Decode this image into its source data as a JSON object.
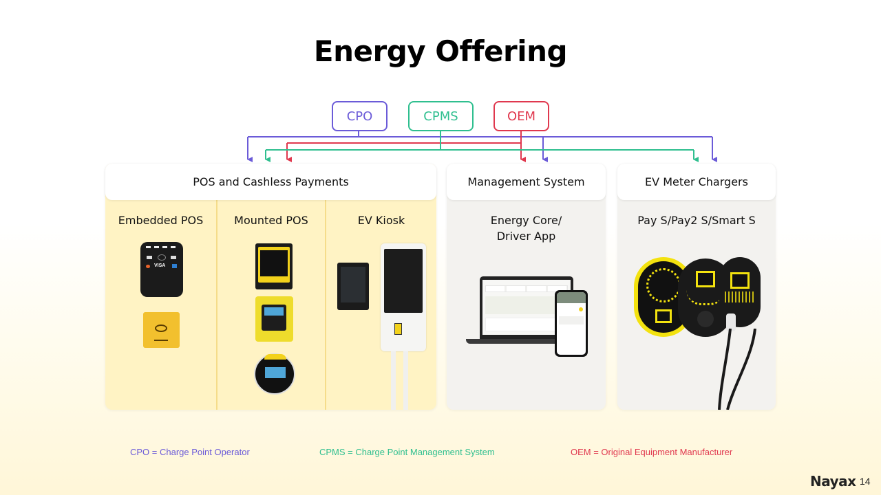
{
  "slide": {
    "title": "Energy Offering",
    "page_number": "14",
    "logo_text": "Nayax"
  },
  "roles": [
    {
      "id": "cpo",
      "label": "CPO",
      "color": "#6b5bd8"
    },
    {
      "id": "cpms",
      "label": "CPMS",
      "color": "#2fbf8f"
    },
    {
      "id": "oem",
      "label": "OEM",
      "color": "#e0384e"
    }
  ],
  "panels": {
    "pos": {
      "header": "POS and Cashless Payments",
      "columns": [
        {
          "title": "Embedded POS"
        },
        {
          "title": "Mounted POS"
        },
        {
          "title": "EV Kiosk"
        }
      ]
    },
    "management": {
      "header": "Management System",
      "subtitle_line1": "Energy Core/",
      "subtitle_line2": "Driver App"
    },
    "ev_chargers": {
      "header": "EV Meter Chargers",
      "subtitle": "Pay S/Pay2 S/Smart S"
    }
  },
  "connections": {
    "cpo": [
      "POS and Cashless Payments",
      "Management System",
      "EV Meter Chargers"
    ],
    "cpms": [
      "POS and Cashless Payments",
      "EV Meter Chargers"
    ],
    "oem": [
      "POS and Cashless Payments",
      "Management System"
    ]
  },
  "legend": {
    "cpo": "CPO = Charge Point Operator",
    "cpms": "CPMS = Charge Point Management System",
    "oem": "OEM = Original Equipment Manufacturer"
  },
  "device_labels": {
    "card_brand": "VISA"
  }
}
